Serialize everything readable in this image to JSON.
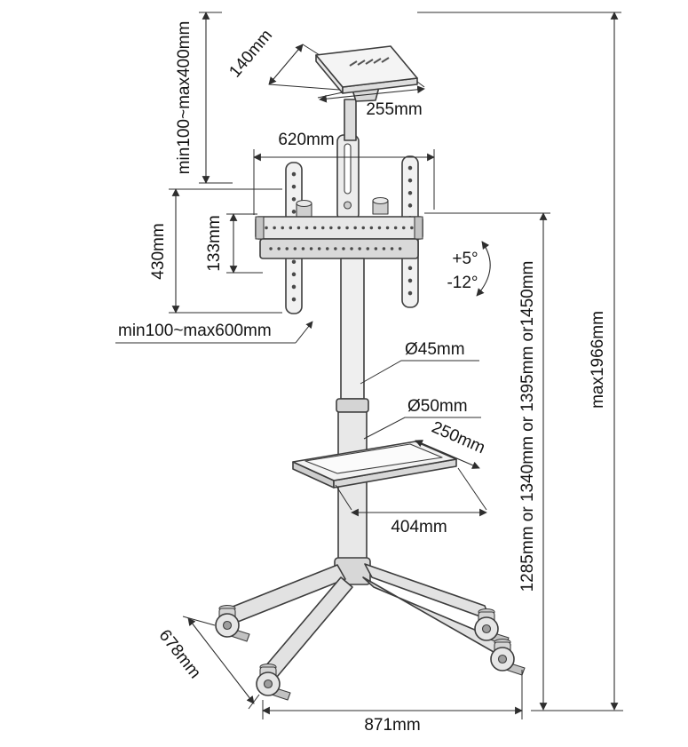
{
  "canvas": {
    "background": "#ffffff",
    "line_color": "#2e2e2e"
  },
  "dimensions": {
    "tray_depth": "140mm",
    "tray_height_range": "min100~max400mm",
    "tray_width": "255mm",
    "crossbar_width": "620mm",
    "bracket_height": "430mm",
    "crossbar_height": "133mm",
    "tilt_up": "+5°",
    "tilt_down": "-12°",
    "vesa_width_range": "min100~max600mm",
    "upper_column_diameter": "Ø45mm",
    "lower_column_diameter": "Ø50mm",
    "shelf_depth": "250mm",
    "shelf_width": "404mm",
    "overall_max_height": "max1966mm",
    "column_height_options": "1285mm or 1340mm or 1395mm or1450mm",
    "base_depth": "678mm",
    "base_width": "871mm"
  }
}
